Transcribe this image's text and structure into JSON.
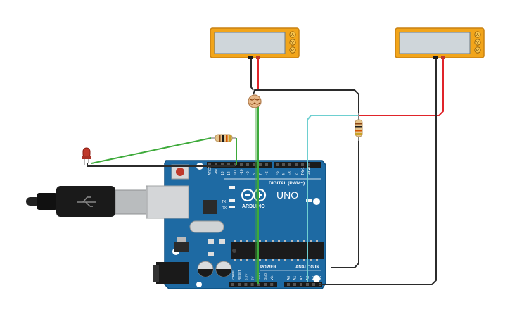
{
  "board": {
    "logo_text": "ARDUINO",
    "model": "UNO",
    "digital_header": "DIGITAL (PWM~)",
    "on_label": "ON",
    "l_label": "L",
    "tx_label": "TX",
    "rx_label": "RX",
    "power_label": "POWER",
    "analog_label": "ANALOG IN",
    "digital_pins": [
      "AREF",
      "GND",
      "13",
      "12",
      "~11",
      "~10",
      "~9",
      "8",
      "7",
      "~6",
      "~5",
      "4",
      "~3",
      "2",
      "TX▸1",
      "RX◂0"
    ],
    "power_pins": [
      "IOREF",
      "RESET",
      "3.3V",
      "5V",
      "GND",
      "GND",
      "Vin"
    ],
    "analog_pins": [
      "A0",
      "A1",
      "A2",
      "A3",
      "A4",
      "A5"
    ]
  },
  "multimeters": [
    {
      "modes": [
        "A",
        "V",
        "R"
      ]
    },
    {
      "modes": [
        "A",
        "V",
        "R"
      ]
    }
  ],
  "colors": {
    "board_blue": "#1e6aa3",
    "meter_body": "#f2a51a",
    "meter_screen": "#cfd6da",
    "wire_black": "#2b2b2b",
    "wire_red": "#e0242a",
    "wire_green": "#3daa3a",
    "wire_cyan": "#6ecfd0"
  }
}
